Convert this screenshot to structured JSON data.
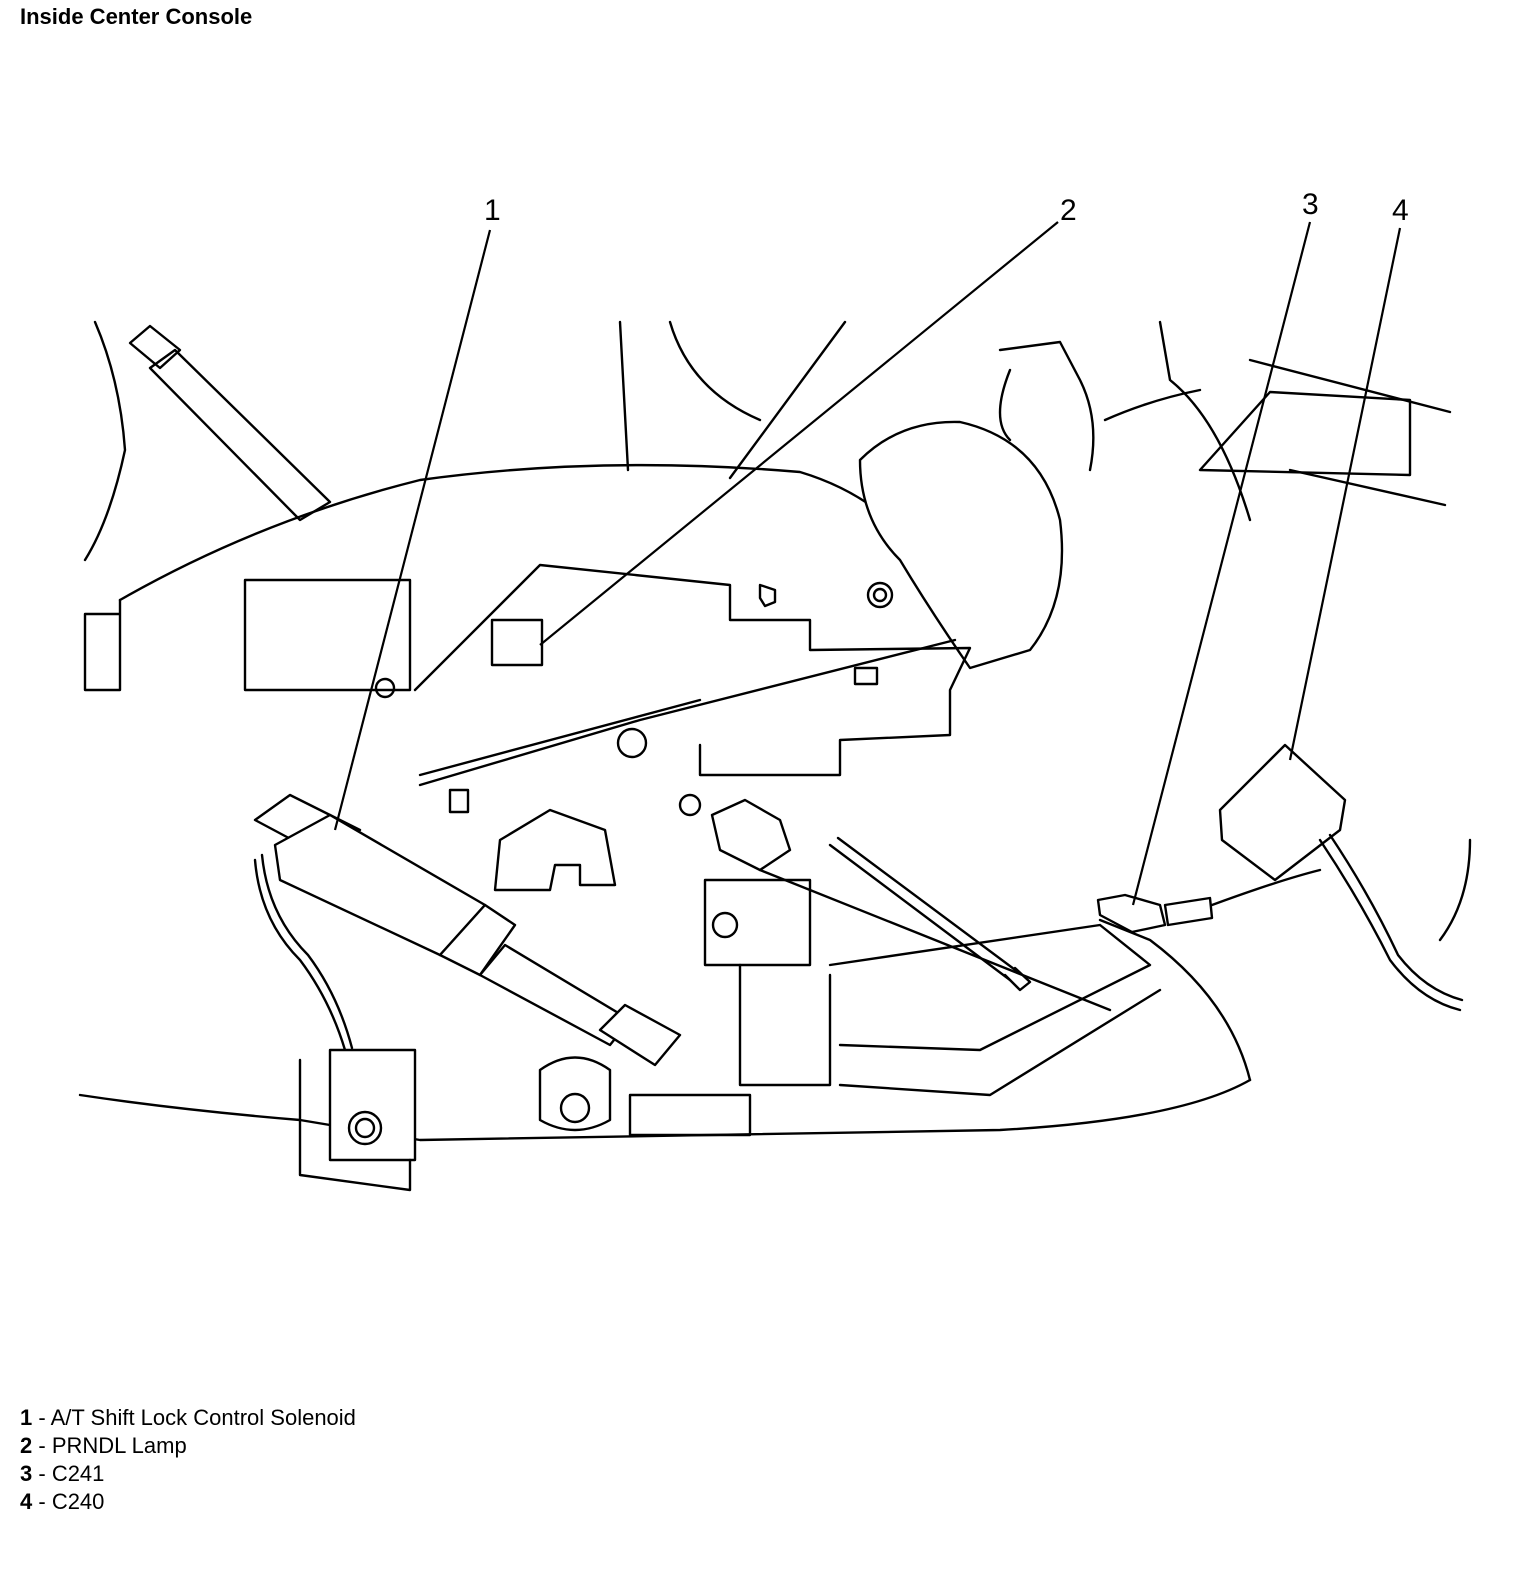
{
  "title": "Inside Center Console",
  "callouts": [
    {
      "number": "1"
    },
    {
      "number": "2"
    },
    {
      "number": "3"
    },
    {
      "number": "4"
    }
  ],
  "legend": [
    {
      "number": "1",
      "separator": " - ",
      "label": "A/T Shift Lock Control Solenoid"
    },
    {
      "number": "2",
      "separator": " - ",
      "label": "PRNDL Lamp"
    },
    {
      "number": "3",
      "separator": " - ",
      "label": "C241"
    },
    {
      "number": "4",
      "separator": " - ",
      "label": "C240"
    }
  ],
  "colors": {
    "line": "#000000",
    "background": "#ffffff"
  }
}
